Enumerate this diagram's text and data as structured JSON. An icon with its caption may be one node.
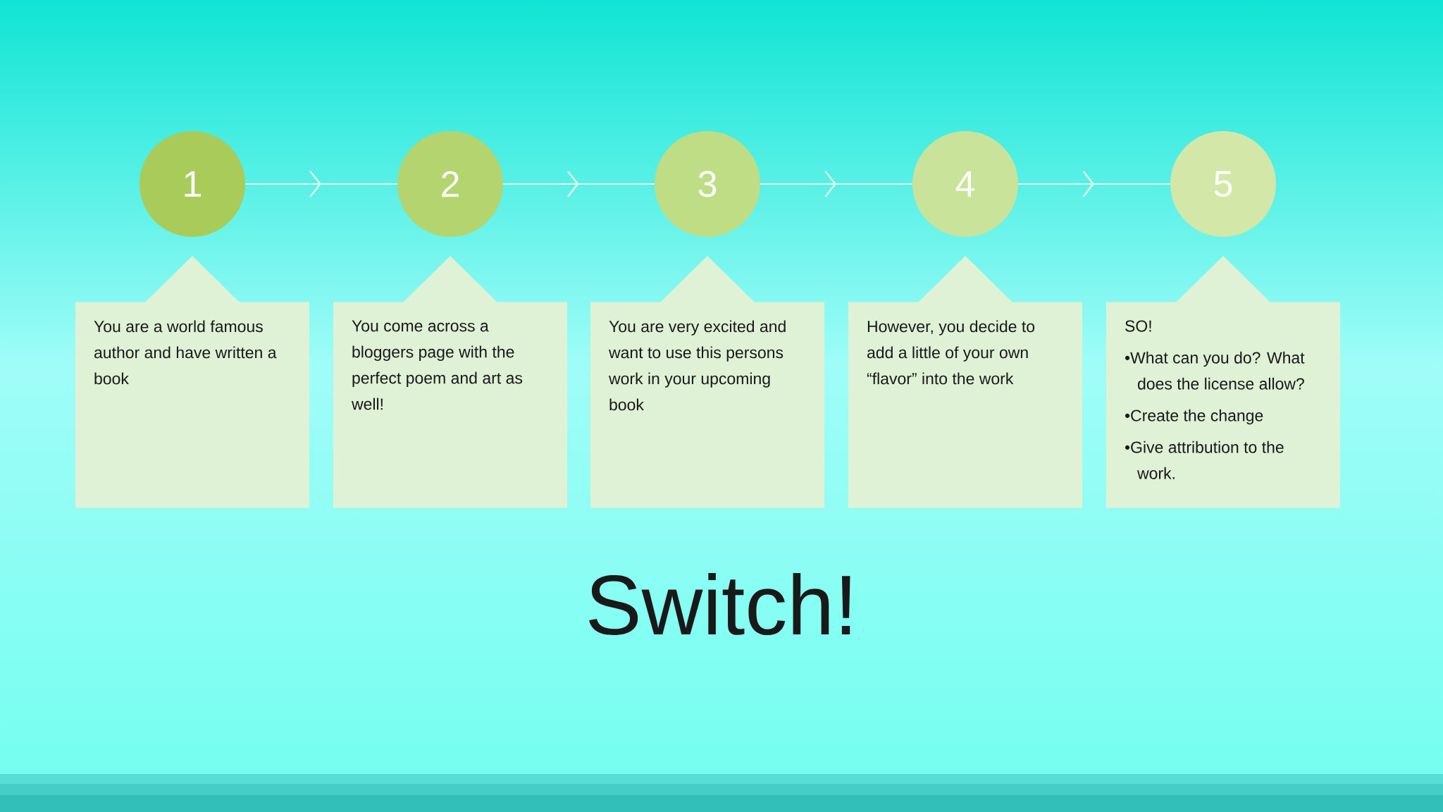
{
  "diagram": {
    "title": "Switch!",
    "nodes": [
      {
        "text": [
          "1"
        ]
      },
      {
        "text": [
          "2"
        ]
      },
      {
        "text": [
          "3"
        ]
      },
      {
        "text": [
          "4"
        ]
      },
      {
        "text": [
          "5"
        ]
      },
      {
        "text": [
          "You are a world famous author and have written a book"
        ]
      },
      {
        "text": [
          "You come across a bloggers page with the perfect poem and art as well!"
        ]
      },
      {
        "text": [
          "You are very excited and want to use this persons work in your upcoming book"
        ]
      },
      {
        "text": [
          "However, you decide to add a little of your own “flavor” into the work"
        ]
      },
      {
        "text": [
          "SO!",
          "•What can you do?  What does the license allow?",
          "•Create the change",
          "•Give attribution to the work."
        ]
      }
    ],
    "edges": [
      {
        "from": 0,
        "to": 1,
        "arrow": "to"
      },
      {
        "from": 1,
        "to": 2,
        "arrow": "to"
      },
      {
        "from": 2,
        "to": 3,
        "arrow": "to"
      },
      {
        "from": 3,
        "to": 4,
        "arrow": "to"
      }
    ]
  }
}
